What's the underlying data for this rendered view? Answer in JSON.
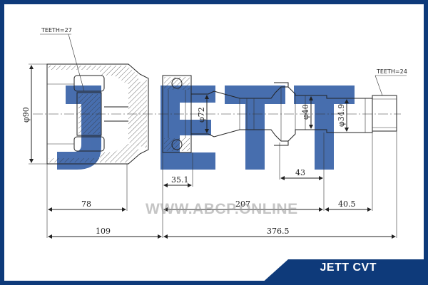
{
  "brand": "JETT CVT",
  "watermark": {
    "logo_letters": "JETT",
    "url": "WWW.ABCP.ONLINE"
  },
  "labels": {
    "teeth_left": "TEETH=27",
    "teeth_right": "TEETH=24",
    "dia_90": "φ90",
    "dia_72": "φ72",
    "dia_40": "φ40",
    "dia_349": "φ34.9"
  },
  "dimensions": {
    "d351": "35.1",
    "d43": "43",
    "d78": "78",
    "d207": "207",
    "d405": "40.5",
    "d109": "109",
    "d3765": "376.5"
  },
  "colors": {
    "frame": "#0e3a7a",
    "watermark": "#1a4a9a"
  }
}
